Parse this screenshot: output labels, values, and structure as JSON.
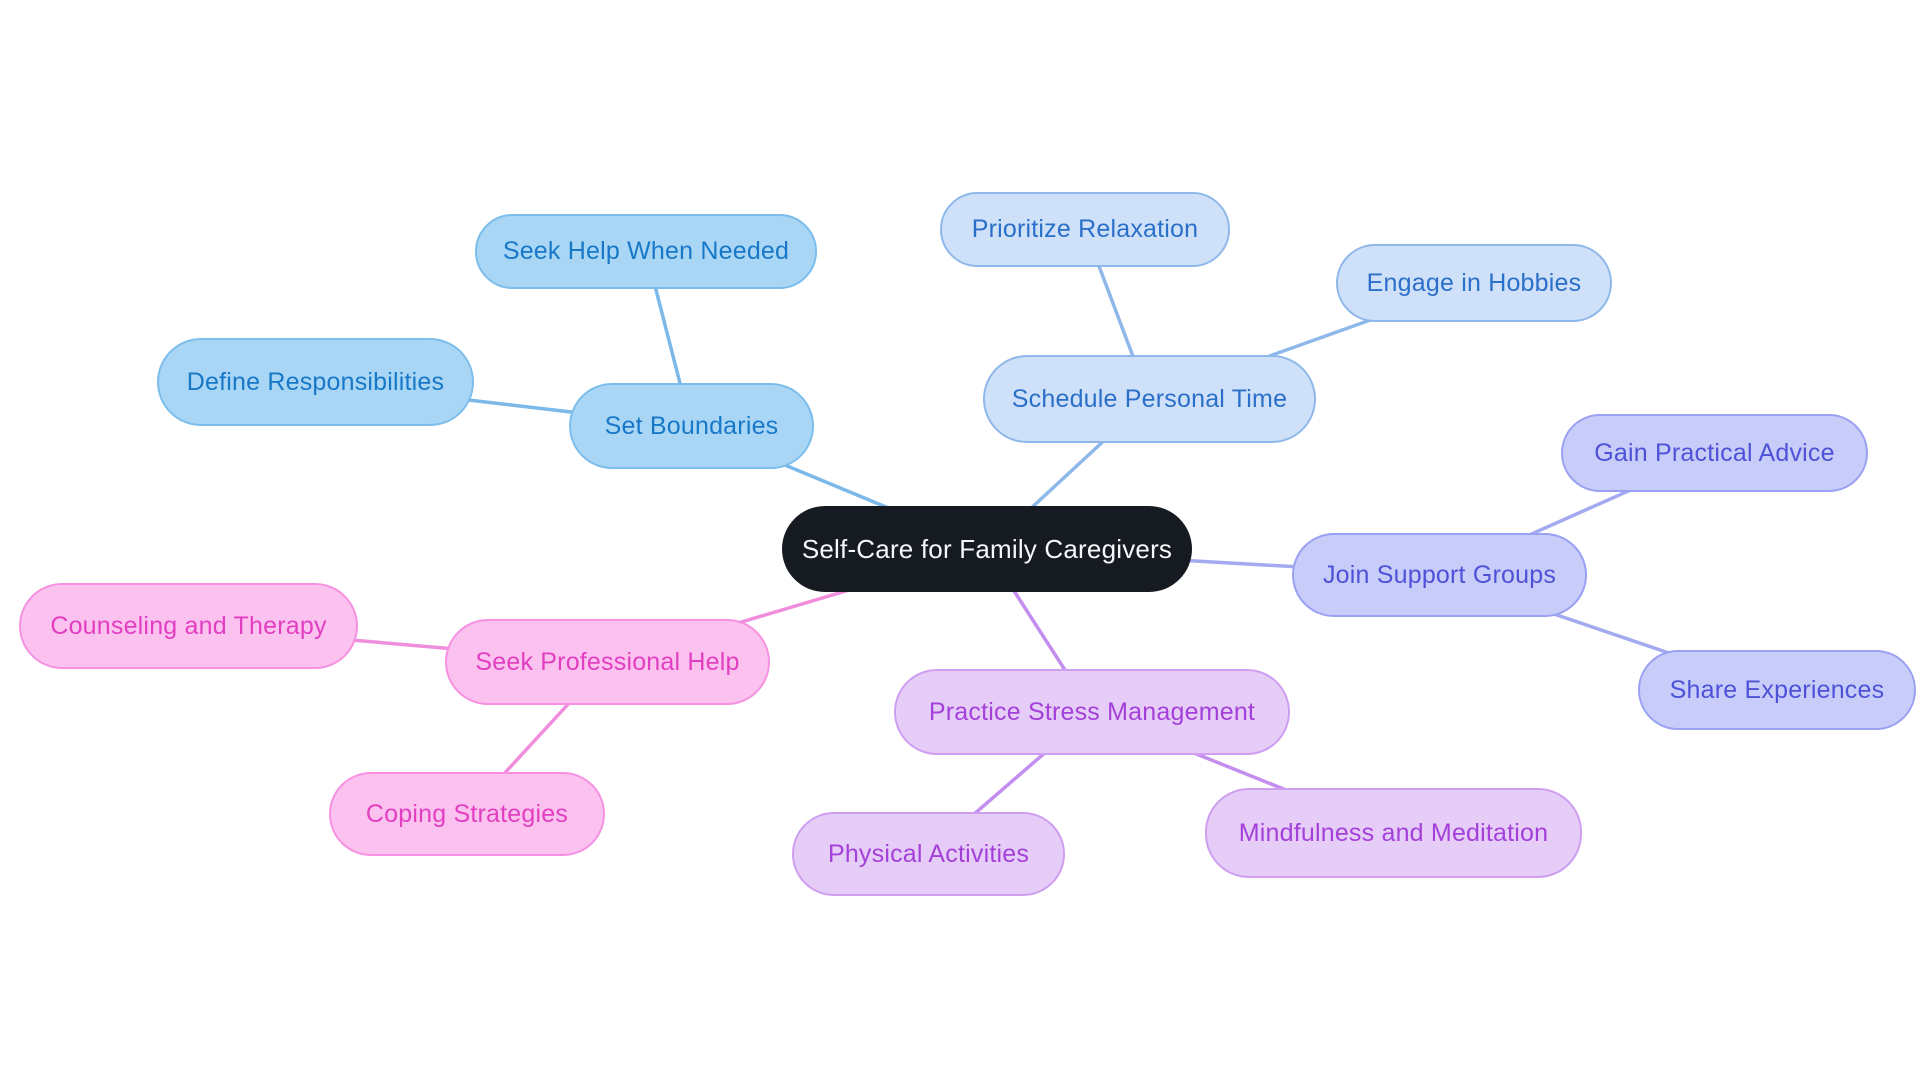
{
  "mindmap": {
    "central": {
      "label": "Self-Care for Family Caregivers",
      "bg": "#161a21",
      "text_color": "#f5f7fa"
    },
    "branches": [
      {
        "label": "Set Boundaries",
        "fill": "#a9d6f5",
        "border": "#7cbdec",
        "text_color": "#1878c8",
        "edge_color": "#7db9e8",
        "children": [
          {
            "label": "Seek Help When Needed"
          },
          {
            "label": "Define Responsibilities"
          }
        ]
      },
      {
        "label": "Schedule Personal Time",
        "fill": "#cfe1f8",
        "border": "#8fb8ea",
        "text_color": "#2a6fc9",
        "edge_color": "#8fb8ea",
        "children": [
          {
            "label": "Prioritize Relaxation"
          },
          {
            "label": "Engage in Hobbies"
          }
        ]
      },
      {
        "label": "Join Support Groups",
        "fill": "#c8ccf8",
        "border": "#9aa0f2",
        "text_color": "#4d52d8",
        "edge_color": "#a4aaf0",
        "children": [
          {
            "label": "Gain Practical Advice"
          },
          {
            "label": "Share Experiences"
          }
        ]
      },
      {
        "label": "Practice Stress Management",
        "fill": "#e5cdf7",
        "border": "#cf9ef0",
        "text_color": "#a43fd9",
        "edge_color": "#c48df0",
        "children": [
          {
            "label": "Physical Activities"
          },
          {
            "label": "Mindfulness and Meditation"
          }
        ]
      },
      {
        "label": "Seek Professional Help",
        "fill": "#fbc2ef",
        "border": "#f691e2",
        "text_color": "#e23ec2",
        "edge_color": "#f08ddd",
        "children": [
          {
            "label": "Counseling and Therapy"
          },
          {
            "label": "Coping Strategies"
          }
        ]
      }
    ]
  }
}
